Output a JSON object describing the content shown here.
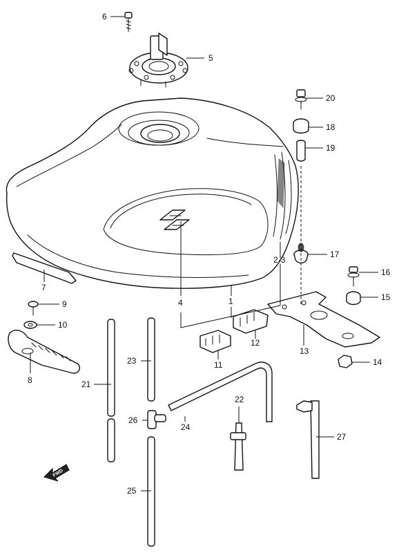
{
  "diagram": {
    "callouts": [
      "1",
      "2·3",
      "4",
      "5",
      "6",
      "7",
      "9",
      "10",
      "8",
      "11",
      "12",
      "13",
      "14",
      "15",
      "16",
      "17",
      "18",
      "19",
      "20",
      "21",
      "22",
      "23",
      "24",
      "25",
      "26",
      "27"
    ],
    "fwd_label": "FWD"
  },
  "colors": {
    "line": "#111111",
    "fill": "#ffffff"
  }
}
